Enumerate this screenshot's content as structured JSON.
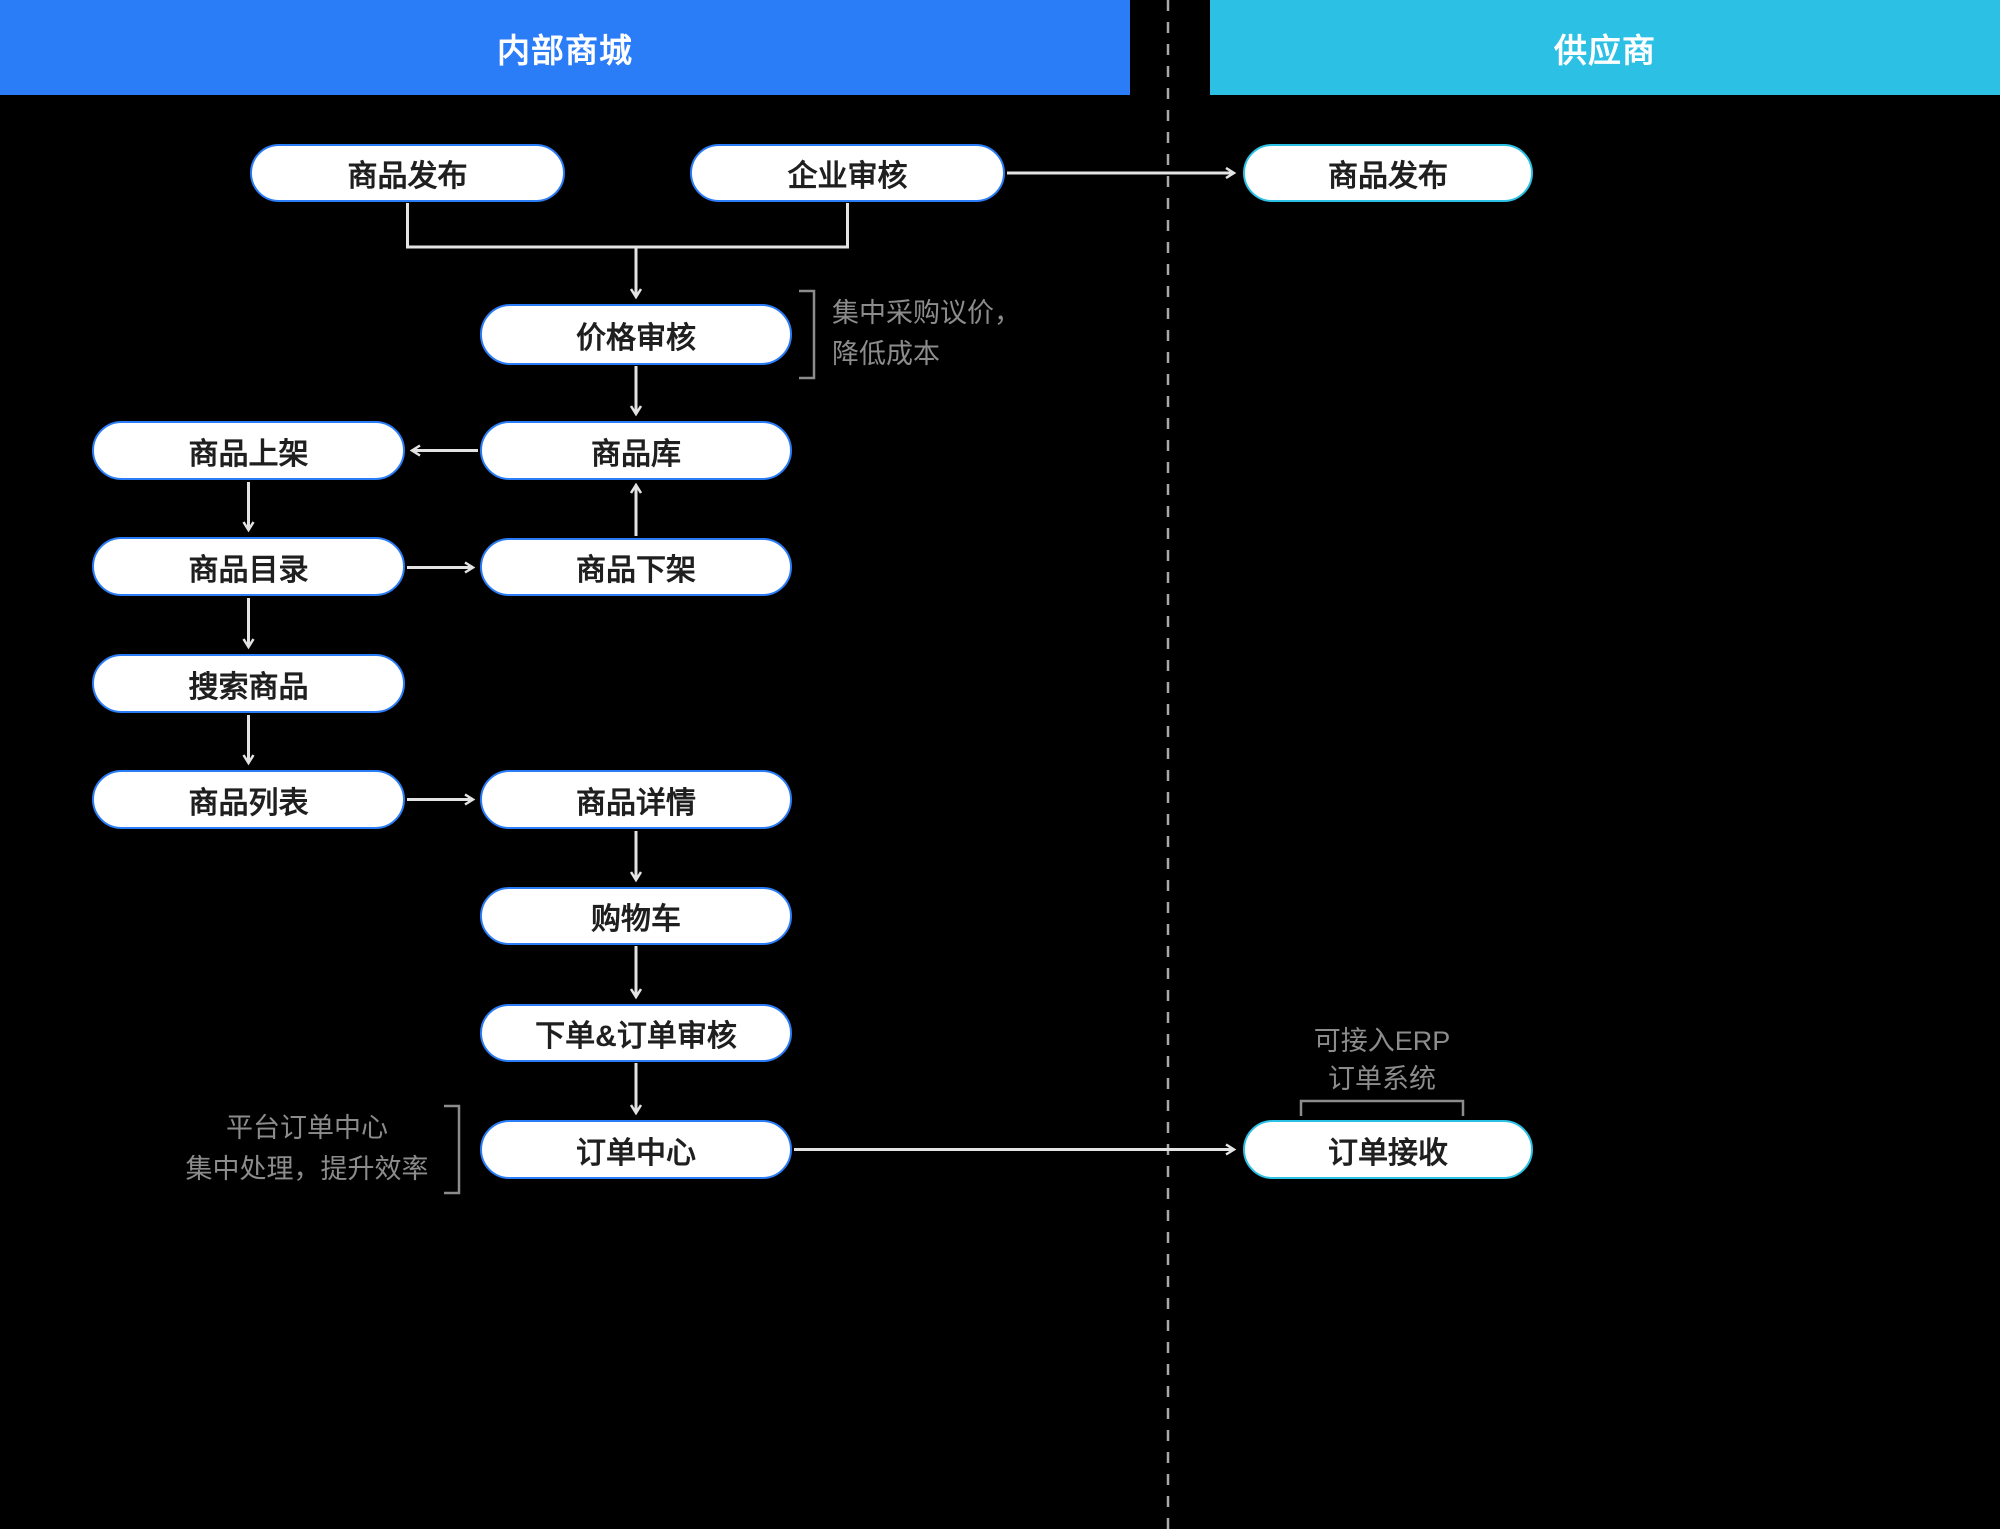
{
  "header": {
    "left": "内部商城",
    "right": "供应商"
  },
  "colors": {
    "internal_accent": "#2A7CF7",
    "supplier_accent": "#2BC0E4",
    "background": "#000000",
    "node_fill": "#FFFFFF",
    "node_text": "#1F1F1F",
    "connector": "#E3E3E3",
    "annotation_text": "#8C8C8C"
  },
  "nodes": {
    "internal": [
      {
        "label": "商品发布"
      },
      {
        "label": "企业审核"
      },
      {
        "label": "价格审核"
      },
      {
        "label": "商品库"
      },
      {
        "label": "商品上架"
      },
      {
        "label": "商品目录"
      },
      {
        "label": "商品下架"
      },
      {
        "label": "搜索商品"
      },
      {
        "label": "商品列表"
      },
      {
        "label": "商品详情"
      },
      {
        "label": "购物车"
      },
      {
        "label": "下单&订单审核"
      },
      {
        "label": "订单中心"
      }
    ],
    "supplier": [
      {
        "label": "商品发布"
      },
      {
        "label": "订单接收"
      }
    ]
  },
  "annotations": {
    "price_note": {
      "line1": "集中采购议价，",
      "line2": "降低成本"
    },
    "order_note": {
      "line1": "平台订单中心",
      "line2": "集中处理，提升效率"
    },
    "erp_note": {
      "line1": "可接入ERP",
      "line2": "订单系统"
    }
  }
}
